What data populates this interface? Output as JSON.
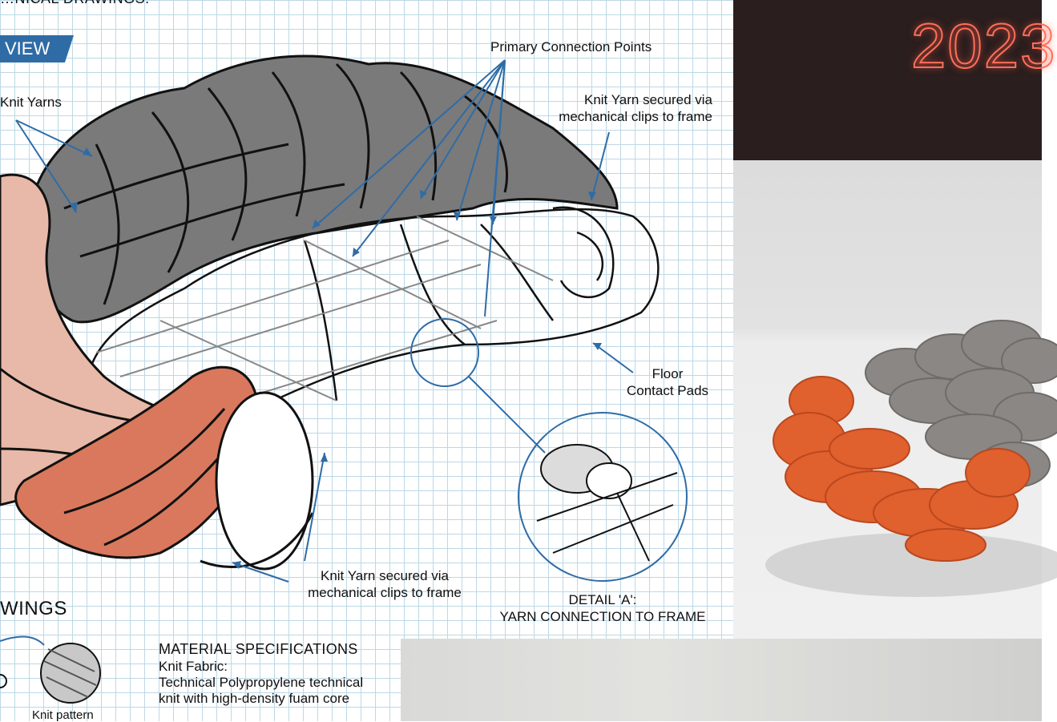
{
  "drawing": {
    "top_clipped_heading": "…NICAL DRAWINGS:",
    "view_tag": "VIEW",
    "labels": {
      "knit_yarns": "Knit Yarns",
      "primary_connection_points": "Primary Connection Points",
      "knit_yarn_secured_top_line1": "Knit Yarn secured via",
      "knit_yarn_secured_top_line2": "mechanical clips to frame",
      "floor_contact_pads_line1": "Floor",
      "floor_contact_pads_line2": "Contact Pads",
      "knit_yarn_secured_bottom_line1": "Knit Yarn secured via",
      "knit_yarn_secured_bottom_line2": "mechanical clips to frame",
      "detail_a_line1": "DETAIL 'A':",
      "detail_a_line2": "YARN CONNECTION TO FRAME"
    },
    "drawings_heading": "WINGS",
    "material_specifications": {
      "title": "MATERIAL SPECIFICATIONS",
      "knit_fabric_label": "Knit Fabric:",
      "knit_fabric_line1": "Technical Polypropylene technical",
      "knit_fabric_line2": "knit with high-density fuam core"
    },
    "knit_pattern_caption": "Knit pattern",
    "colors": {
      "grid": "#bcd8e6",
      "callout_blue": "#2f6ca6",
      "yarn_grey": "#7a7a7a",
      "yarn_pink": "#e8b9a8",
      "yarn_terracotta": "#d9785c"
    }
  },
  "year_panel": {
    "year_text": "2023",
    "background": "#2a1e1e",
    "neon_color": "#ff6f5a"
  },
  "photo_panel": {
    "colors": {
      "orange_yarn": "#e0602e",
      "grey_yarn": "#8a8784",
      "backdrop": "#e6e6e6"
    }
  }
}
